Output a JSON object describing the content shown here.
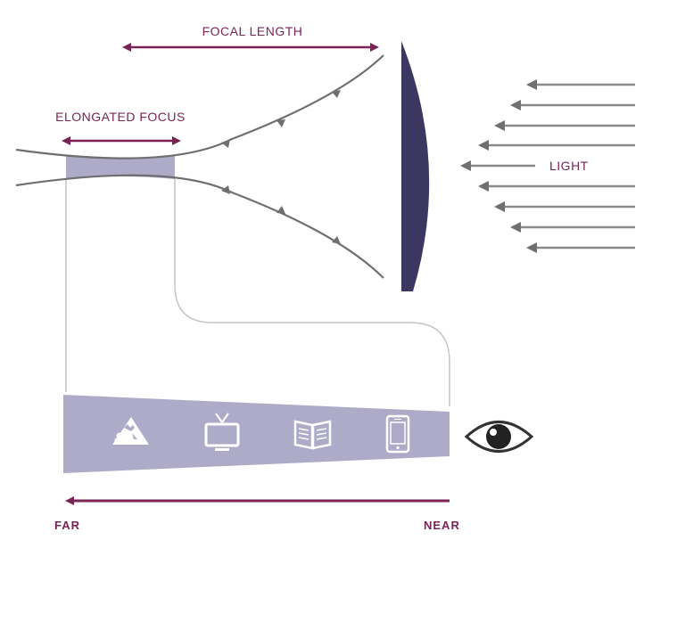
{
  "labels": {
    "focal_length": "FOCAL LENGTH",
    "elongated_focus": "ELONGATED FOCUS",
    "light": "LIGHT",
    "far": "FAR",
    "near": "NEAR"
  },
  "icons": [
    "mountain-icon",
    "tv-icon",
    "book-icon",
    "phone-icon",
    "eye-icon"
  ],
  "colors": {
    "accent": "#7a2456",
    "lens": "#3b3760",
    "ray": "#6f6f6f",
    "focus_band": "#aeabc8",
    "connector": "#bdbdbd",
    "icon": "#ffffff"
  }
}
